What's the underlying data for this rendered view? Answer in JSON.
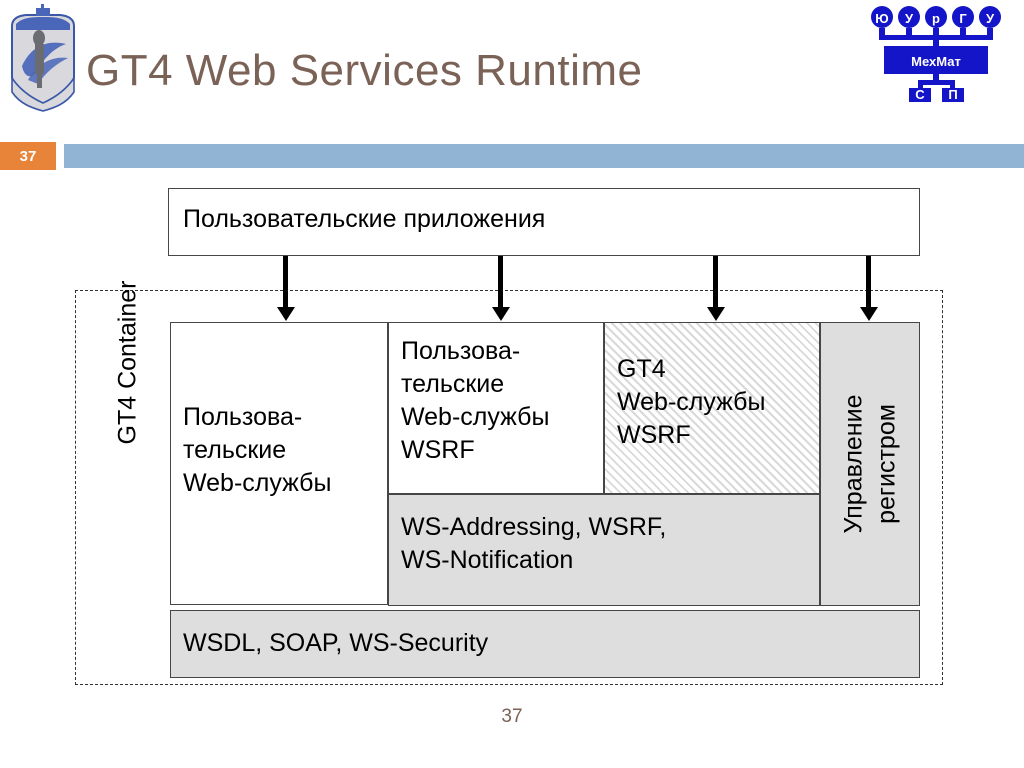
{
  "header": {
    "title": "GT4 Web Services Runtime",
    "crest_icon": "university-crest-icon",
    "logo": {
      "icon": "mehmat-org-chart-logo",
      "top_letters": [
        "Ю",
        "У",
        "р",
        "Г",
        "У"
      ],
      "center_label": "МехМат",
      "bottom_letters": [
        "С",
        "П"
      ]
    }
  },
  "band": {
    "slide_number": "37"
  },
  "diagram": {
    "apps_box": "Пользовательские приложения",
    "container_label": "GT4 Container",
    "boxes": {
      "user_web_services": "Пользова-\nтельские\nWeb-службы",
      "user_web_services_wsrf": "Пользова-\nтельские\nWeb-службы\nWSRF",
      "gt4_web_services_wsrf": "GT4\nWeb-службы\nWSRF",
      "ws_addressing": "WS-Addressing, WSRF,\nWS-Notification",
      "registry_management": "Управление\nрегистром",
      "wsdl_soap": "WSDL, SOAP, WS-Security"
    },
    "arrows_count": 4
  },
  "footer": {
    "page_number": "37"
  },
  "colors": {
    "title": "#7a6257",
    "band_number_bg": "#e8833a",
    "band_bar": "#92b4d4",
    "box_gray": "#dedede",
    "logo_blue": "#1414c8"
  }
}
